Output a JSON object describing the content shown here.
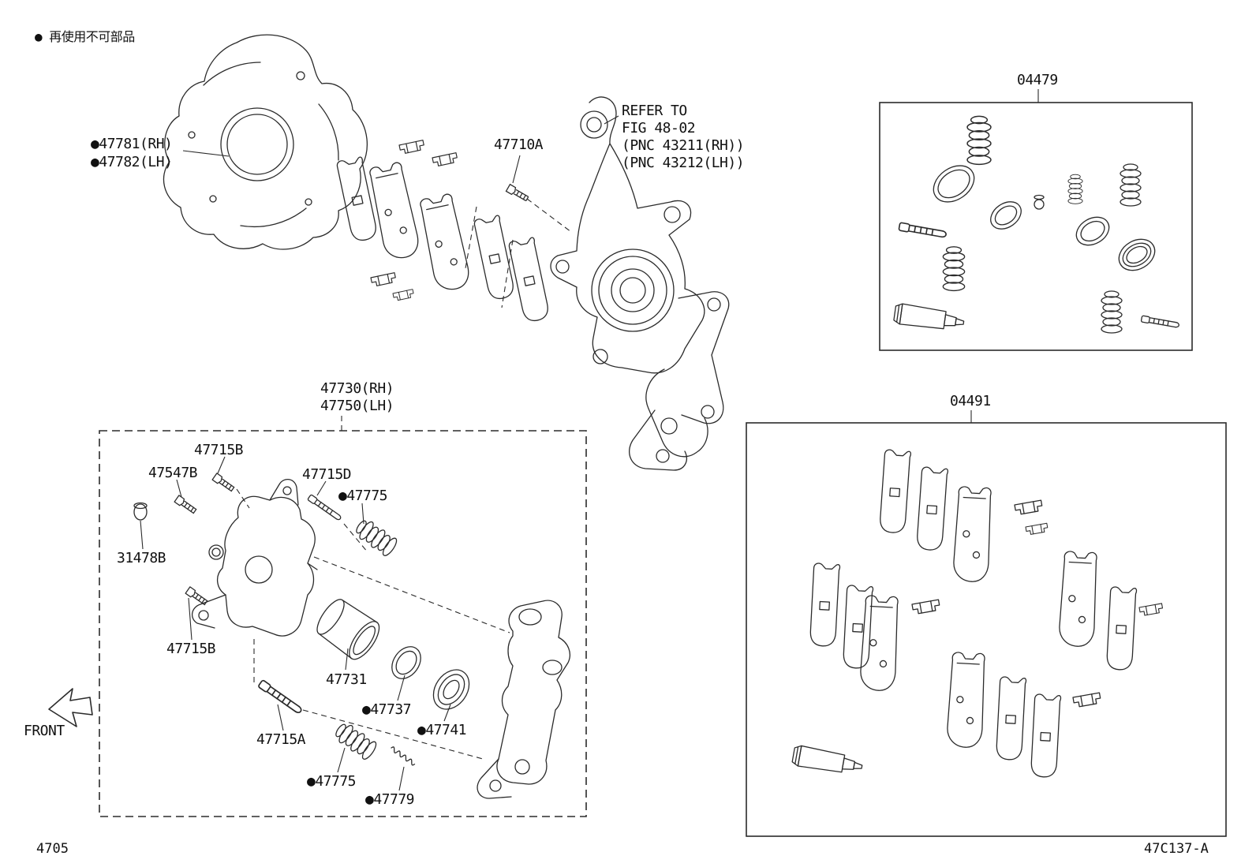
{
  "colors": {
    "ink": "#2b2b2b",
    "background": "#ffffff"
  },
  "diagram": {
    "note": "● 再使用不可部品",
    "front_label": "FRONT",
    "page_number": "4705",
    "figure_code": "47C137-A"
  },
  "callouts": {
    "dust_cover_rh": "●47781(RH)",
    "dust_cover_lh": "●47782(LH)",
    "knuckle_bolt": "47710A",
    "refer_line1": "REFER TO",
    "refer_line2": "FIG 48-02",
    "refer_line3": "(PNC 43211(RH))",
    "refer_line4": "(PNC 43212(LH))",
    "caliper_assy_rh": "47730(RH)",
    "caliper_assy_lh": "47750(LH)",
    "bolt_upper": "47715B",
    "bleeder_plug": "47547B",
    "slide_pin_upper": "47715D",
    "boot_upper": "●47775",
    "bleeder_cap": "31478B",
    "bolt_lower": "47715B",
    "piston": "47731",
    "piston_seal": "●47737",
    "cylinder_boot": "●47741",
    "slide_pin_lower": "47715A",
    "boot_lower": "●47775",
    "pin_boot": "●47779",
    "seal_kit": "04479",
    "pad_kit": "04491"
  }
}
